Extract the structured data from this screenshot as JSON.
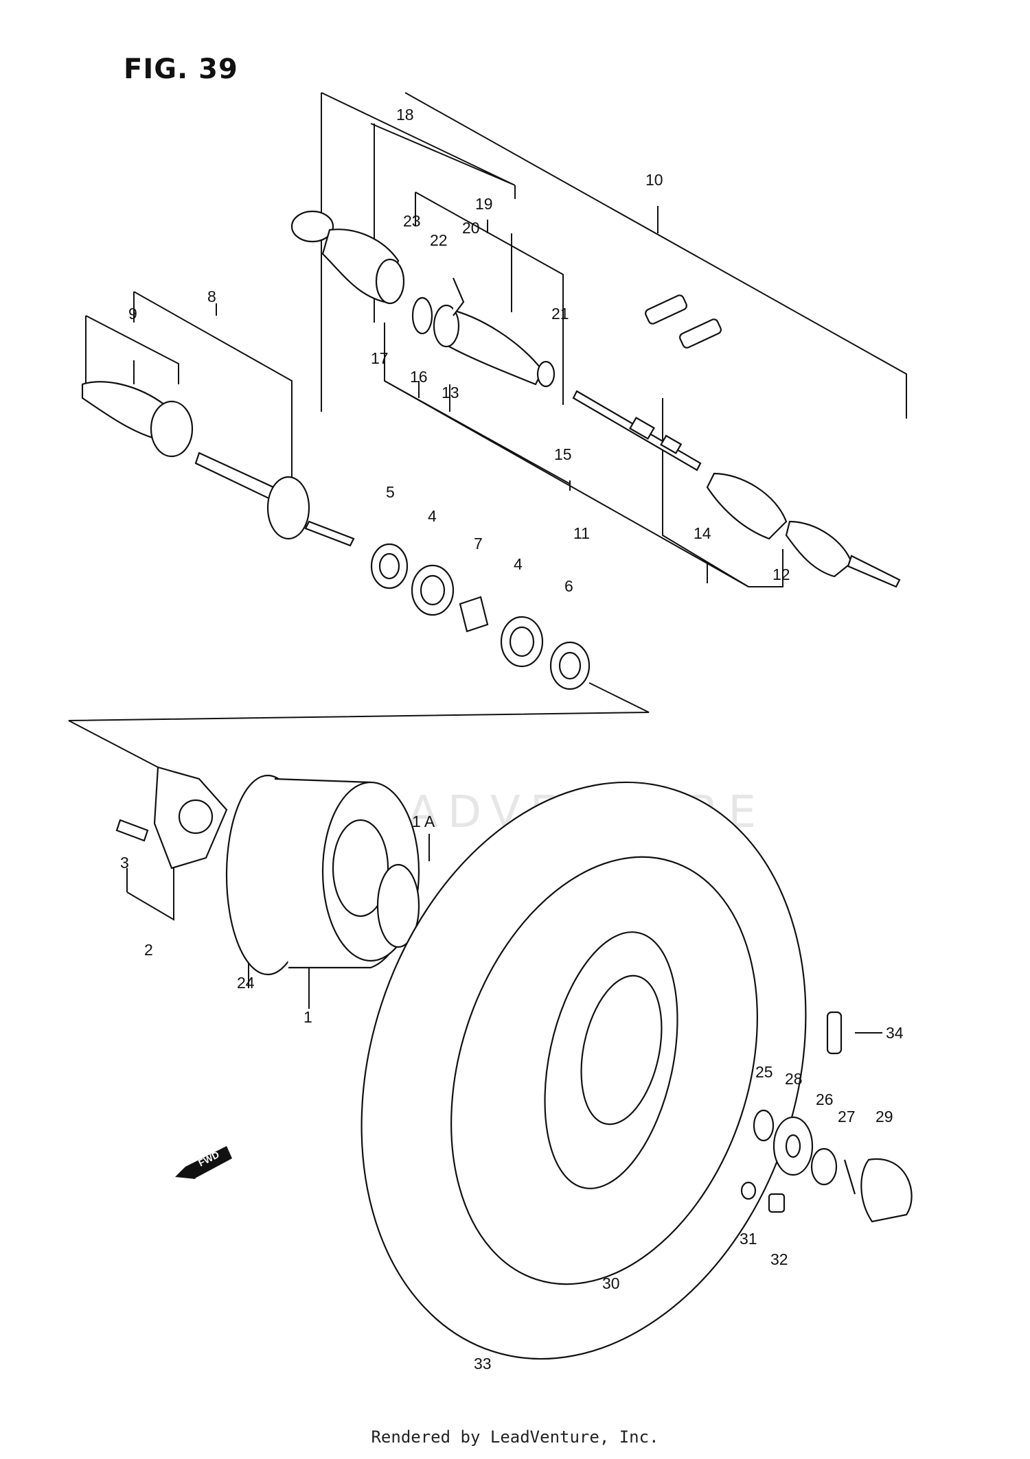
{
  "figure": {
    "title": "FIG. 39"
  },
  "watermark": "LEADVENTURE",
  "direction_marker": "FWD",
  "footer": "Rendered by LeadVenture, Inc.",
  "callouts": {
    "c1": "1",
    "c1a": "1 A",
    "c2": "2",
    "c3": "3",
    "c4a": "4",
    "c4b": "4",
    "c5": "5",
    "c6": "6",
    "c7": "7",
    "c8": "8",
    "c9": "9",
    "c10": "10",
    "c11": "11",
    "c12": "12",
    "c13": "13",
    "c14": "14",
    "c15": "15",
    "c16": "16",
    "c17": "17",
    "c18": "18",
    "c19": "19",
    "c20": "20",
    "c21": "21",
    "c22": "22",
    "c23": "23",
    "c24": "24",
    "c25": "25",
    "c26": "26",
    "c27": "27",
    "c28": "28",
    "c29": "29",
    "c30": "30",
    "c31": "31",
    "c32": "32",
    "c33": "33",
    "c34": "34"
  }
}
